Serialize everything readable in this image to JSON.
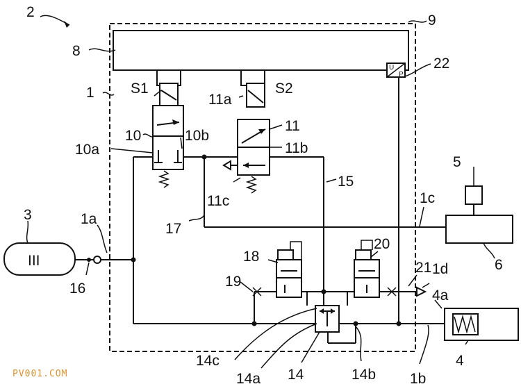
{
  "labels": {
    "l2": "2",
    "l9": "9",
    "l8": "8",
    "l22": "22",
    "l1": "1",
    "lS1": "S1",
    "lS2": "S2",
    "l11a": "11a",
    "l11": "11",
    "l10": "10",
    "l10b": "10b",
    "l10a": "10a",
    "l11b": "11b",
    "l15": "15",
    "l5": "5",
    "l3": "3",
    "l1a": "1a",
    "l11c": "11c",
    "l1c": "1c",
    "l17": "17",
    "l18": "18",
    "l20": "20",
    "l6": "6",
    "l21": "21",
    "l1d": "1d",
    "l19": "19",
    "l4a": "4a",
    "l16": "16",
    "l4": "4",
    "l14c": "14c",
    "l14a": "14a",
    "l14": "14",
    "l14b": "14b",
    "l1b": "1b"
  },
  "symbols": {
    "reservoir": "III",
    "pressure_sensor_u": "U",
    "pressure_sensor_p": "P"
  },
  "watermark": "PV001.COM"
}
